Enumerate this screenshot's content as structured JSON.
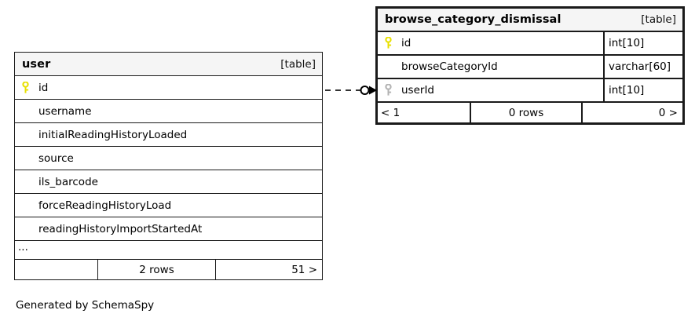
{
  "diagram": {
    "caption": "Generated by SchemaSpy",
    "kind_label": "[table]",
    "ellipsis": "...",
    "colors": {
      "primary_key": "#e8e000",
      "foreign_key": "#b3b3b3",
      "border": "#1a1a1a",
      "header_bg": "#f5f5f5",
      "background": "#ffffff"
    }
  },
  "tables": {
    "user": {
      "name": "user",
      "kind": "[table]",
      "columns": [
        {
          "name": "id",
          "key": "primary-key-icon",
          "type": ""
        },
        {
          "name": "username",
          "key": "none",
          "type": ""
        },
        {
          "name": "initialReadingHistoryLoaded",
          "key": "none",
          "type": ""
        },
        {
          "name": "source",
          "key": "none",
          "type": ""
        },
        {
          "name": "ils_barcode",
          "key": "none",
          "type": ""
        },
        {
          "name": "forceReadingHistoryLoad",
          "key": "none",
          "type": ""
        },
        {
          "name": "readingHistoryImportStartedAt",
          "key": "none",
          "type": ""
        }
      ],
      "truncated": true,
      "footer": {
        "left": "",
        "middle": "2 rows",
        "right": "51 >"
      }
    },
    "browse_category_dismissal": {
      "name": "browse_category_dismissal",
      "kind": "[table]",
      "columns": [
        {
          "name": "id",
          "key": "primary-key-icon",
          "type": "int[10]"
        },
        {
          "name": "browseCategoryId",
          "key": "none",
          "type": "varchar[60]"
        },
        {
          "name": "userId",
          "key": "foreign-key-icon",
          "type": "int[10]"
        }
      ],
      "truncated": false,
      "footer": {
        "left": "< 1",
        "middle": "0 rows",
        "right": "0 >"
      }
    }
  },
  "relationship": {
    "from_table": "user",
    "from_column": "id",
    "to_table": "browse_category_dismissal",
    "to_column": "userId",
    "line_style": "dashed",
    "source_marker": "none",
    "target_marker": "zero-or-one-circle-with-arrow"
  }
}
